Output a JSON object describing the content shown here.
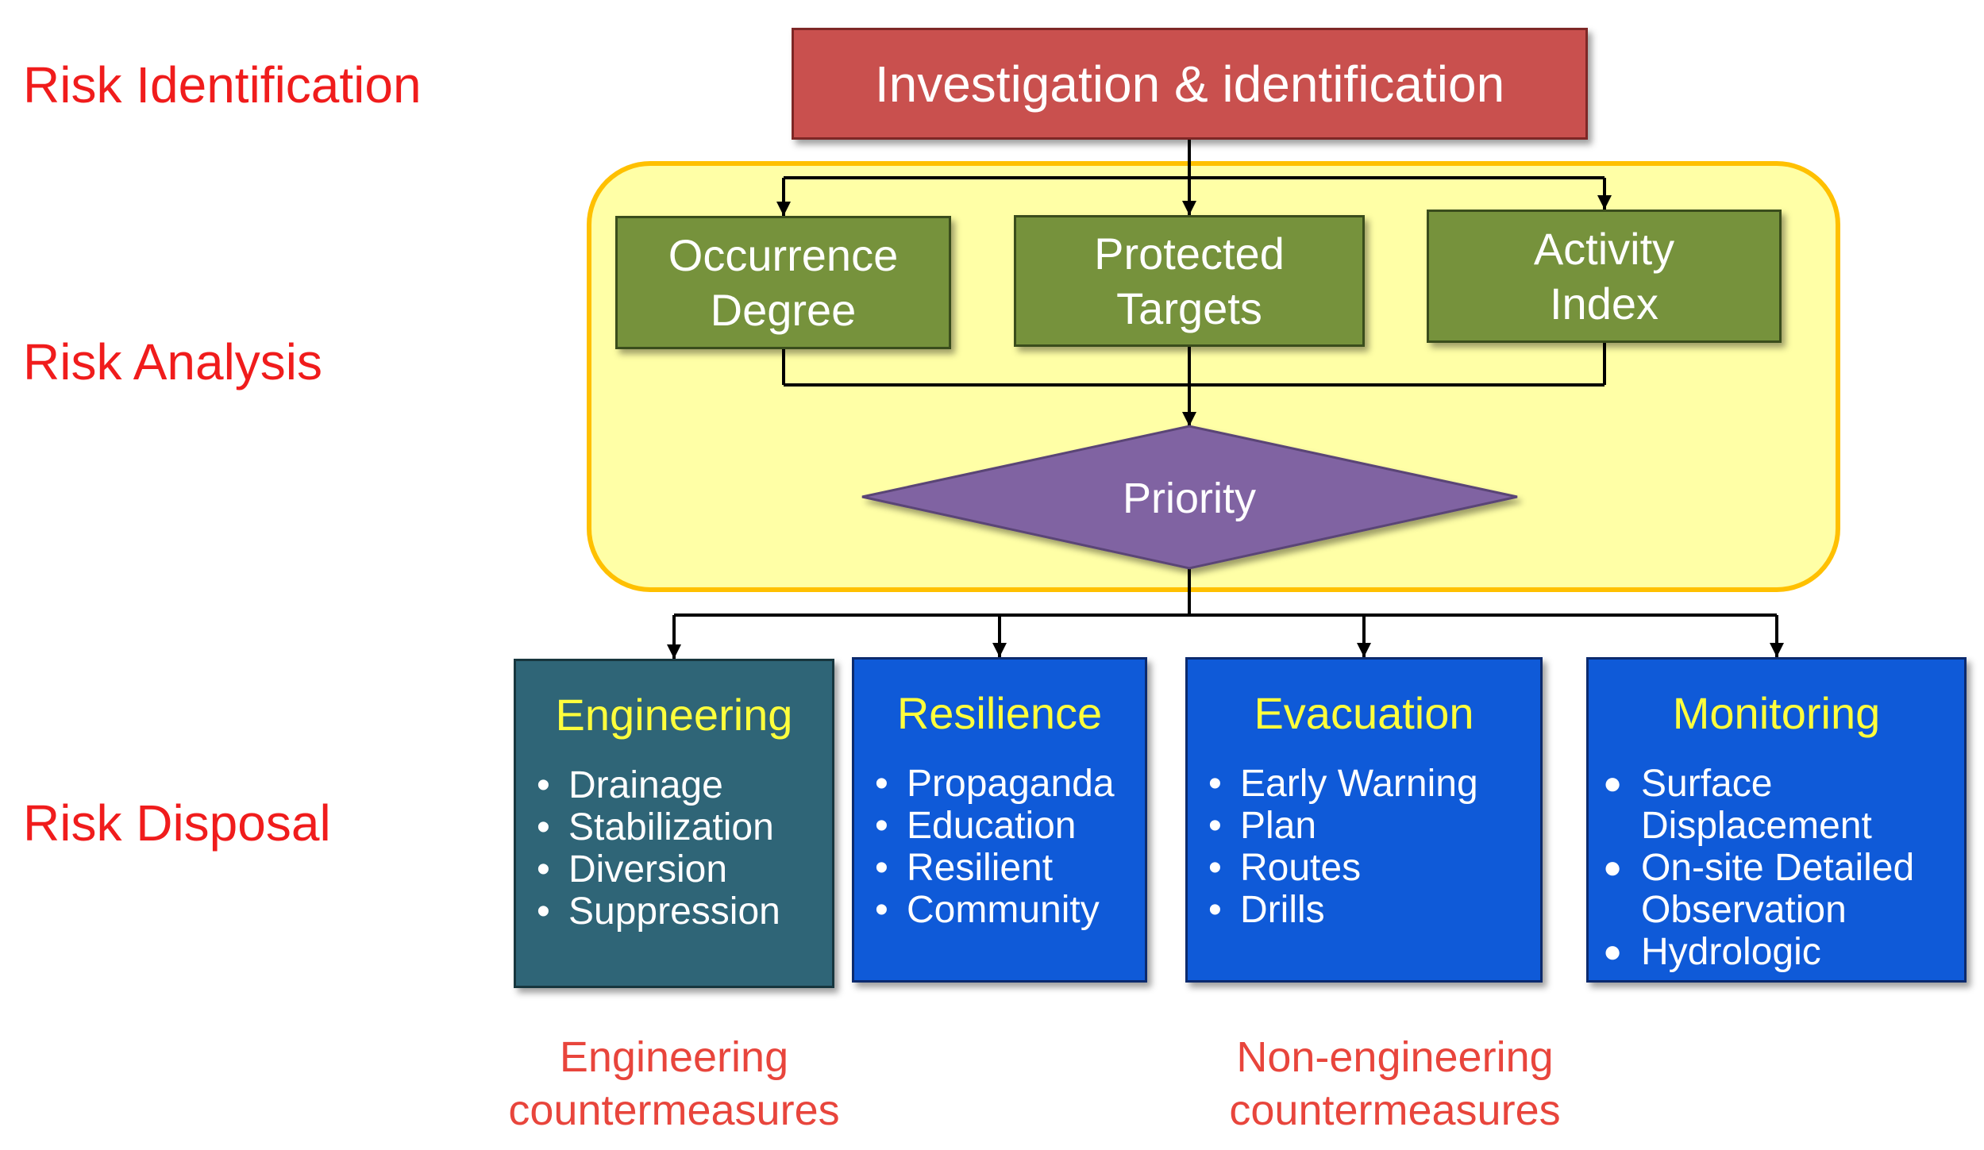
{
  "stage_labels": {
    "identification": "Risk Identification",
    "analysis": "Risk Analysis",
    "disposal": "Risk Disposal"
  },
  "investigation": {
    "label": "Investigation & identification"
  },
  "analysis_factors": [
    {
      "lines": [
        "Occurrence",
        "Degree"
      ]
    },
    {
      "lines": [
        "Protected",
        "Targets"
      ]
    },
    {
      "lines": [
        "Activity",
        "Index"
      ]
    }
  ],
  "priority": {
    "label": "Priority"
  },
  "measures": [
    {
      "title": "Engineering",
      "bullet": "•",
      "items": [
        "Drainage",
        "Stabilization",
        "Diversion",
        "Suppression"
      ]
    },
    {
      "title": "Resilience",
      "bullet": "•",
      "items": [
        "Propaganda",
        "Education",
        "Resilient",
        "Community"
      ]
    },
    {
      "title": "Evacuation",
      "bullet": "•",
      "items": [
        "Early Warning",
        "Plan",
        "Routes",
        "Drills"
      ]
    },
    {
      "title": "Monitoring",
      "bullet": "●",
      "items": [
        "Surface Displacement",
        "On-site Detailed Observation",
        "Hydrologic"
      ]
    }
  ],
  "groups": [
    {
      "lines": [
        "Engineering",
        "countermeasures"
      ]
    },
    {
      "lines": [
        "Non-engineering",
        "countermeasures"
      ]
    }
  ],
  "colors": {
    "stage_label": "#f01c1c",
    "group_label": "#e8453c",
    "investigation": "#c9504e",
    "analysis_panel": "#ffffa6",
    "analysis_panel_border": "#ffc000",
    "factor": "#76923c",
    "priority": "#8064a2",
    "engineering_measure": "#2f6577",
    "non_engineering_measure": "#0f5ad8",
    "measure_title": "#ffff3c",
    "connector": "#000000"
  }
}
